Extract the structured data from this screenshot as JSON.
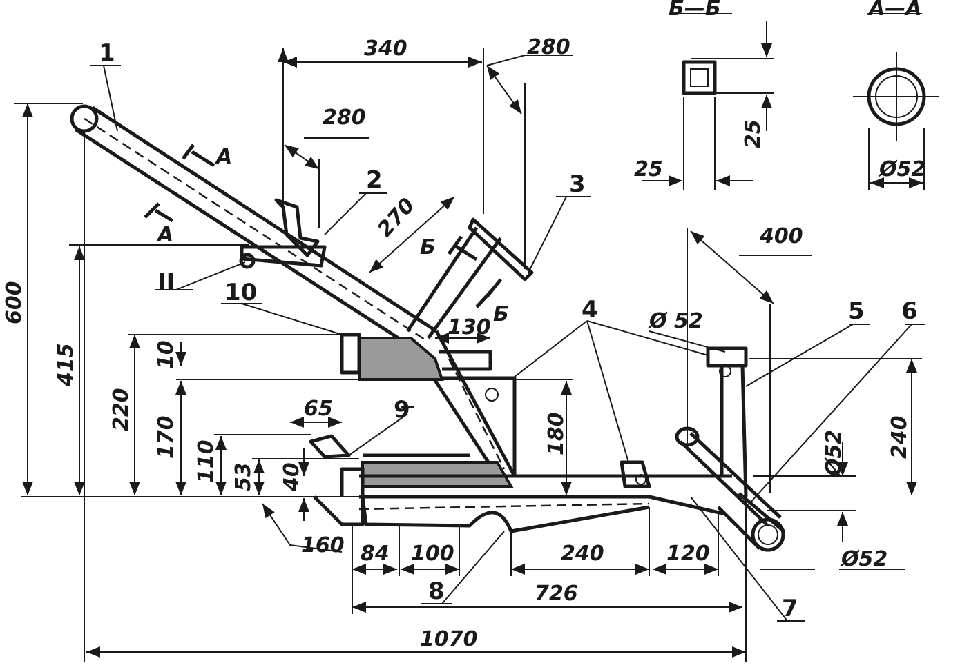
{
  "drawing": {
    "parts": [
      "1",
      "2",
      "3",
      "4",
      "5",
      "6",
      "7",
      "8",
      "9",
      "10",
      "II"
    ],
    "sections": {
      "bb_title": "Б—Б",
      "aa_title": "А—А",
      "a_mark": "А",
      "b_mark": "Б"
    },
    "dimensions": {
      "d340": "340",
      "d280_top": "280",
      "d280_mid": "280",
      "d270": "270",
      "bb_h": "25",
      "bb_w": "25",
      "aa_dia": "Ø52",
      "d400": "400",
      "dia52_a": "Ø 52",
      "d600": "600",
      "d415": "415",
      "d220": "220",
      "d170": "170",
      "d10": "10",
      "d110": "110",
      "d53": "53",
      "d40": "40",
      "d65": "65",
      "d130": "130",
      "d180": "180",
      "d240_r": "240",
      "dia52_b": "Ø52",
      "dia52_c": "Ø52",
      "d160": "160",
      "d84": "84",
      "d100": "100",
      "d240_b": "240",
      "d120": "120",
      "d726": "726",
      "d1070": "1070"
    }
  }
}
